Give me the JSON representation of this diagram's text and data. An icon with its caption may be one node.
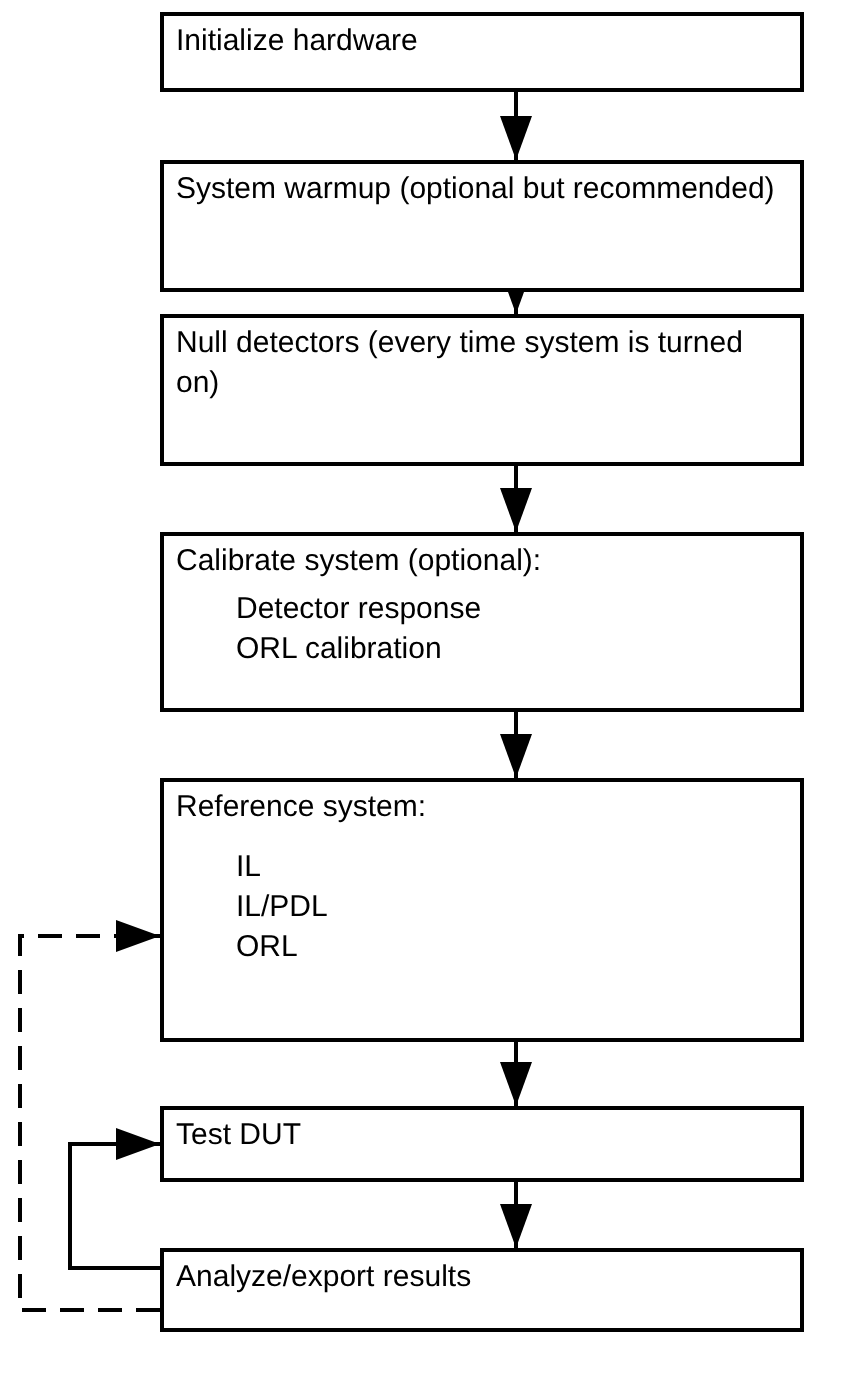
{
  "diagram": {
    "nodes": [
      {
        "text": [
          "Initialize hardware"
        ]
      },
      {
        "text": [
          "System warmup (optional but recommended)"
        ]
      },
      {
        "text": [
          "Null detectors (every time system is turned on)"
        ]
      },
      {
        "text": [
          "Calibrate system (optional):",
          "Detector response",
          "ORL calibration"
        ]
      },
      {
        "text": [
          "Reference system:",
          "IL",
          "IL/PDL",
          "ORL"
        ]
      },
      {
        "text": [
          "Test DUT"
        ]
      },
      {
        "text": [
          "Analyze/export results"
        ]
      }
    ],
    "edges": [
      {
        "from": 0,
        "to": 1,
        "arrow": "to"
      },
      {
        "from": 1,
        "to": 2,
        "arrow": "to"
      },
      {
        "from": 2,
        "to": 3,
        "arrow": "to"
      },
      {
        "from": 3,
        "to": 4,
        "arrow": "to"
      },
      {
        "from": 4,
        "to": 5,
        "arrow": "to"
      },
      {
        "from": 5,
        "to": 6,
        "arrow": "to"
      },
      {
        "from": 6,
        "to": 5,
        "arrow": "to"
      },
      {
        "from": 6,
        "to": 4,
        "arrow": "to",
        "style": "dashed"
      }
    ]
  }
}
